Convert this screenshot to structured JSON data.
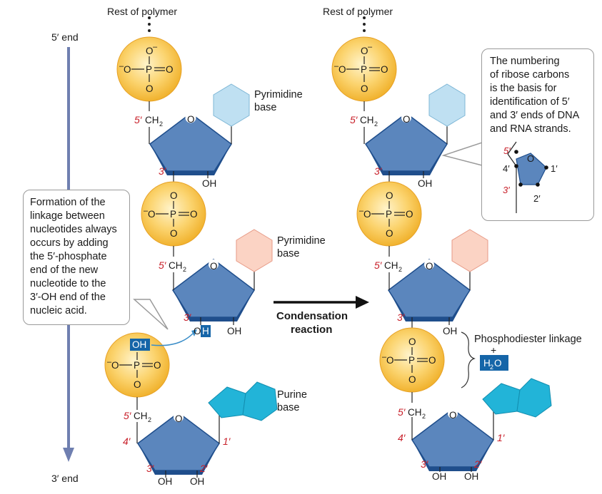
{
  "labels": {
    "rest_of_polymer_left": "Rest of polymer",
    "rest_of_polymer_right": "Rest of polymer",
    "five_prime_end": "5′ end",
    "three_prime_end": "3′ end",
    "pyrimidine_base_1": "Pyrimidine",
    "pyrimidine_base_1b": "base",
    "pyrimidine_base_2": "Pyrimidine",
    "pyrimidine_base_2b": "base",
    "purine_base": "Purine",
    "purine_base_b": "base",
    "condensation_1": "Condensation",
    "condensation_2": "reaction",
    "phosphodiester": "Phosphodiester linkage",
    "plus": "+"
  },
  "chem": {
    "o_minus": "O",
    "minus_sign": "–",
    "phosphorus": "P",
    "oxygen": "O",
    "ch2": "CH",
    "sub2": "2",
    "oh": "OH",
    "h": "H",
    "water": "H",
    "water_o": "O",
    "five_prime": "5′",
    "four_prime": "4′",
    "three_prime": "3′",
    "two_prime": "2′",
    "one_prime": "1′"
  },
  "callout_left": {
    "lines": [
      "Formation of the",
      "linkage between",
      "nucleotides always",
      "occurs by adding",
      "the 5′-phosphate",
      "end of the new",
      "nucleotide to the",
      "3′-OH end of the",
      "nucleic acid."
    ]
  },
  "callout_right": {
    "lines": [
      "The numbering",
      "of ribose carbons",
      "is the basis for",
      "identification of 5′",
      "and 3′ ends of DNA",
      "and RNA strands."
    ]
  },
  "colors": {
    "phosphate_fill": "#f7c24a",
    "sugar_fill": "#5b86bd",
    "sugar_dark": "#1f4e8c",
    "pyrimidine_blue": "#bfe0f2",
    "pyrimidine_pink": "#fbd3c4",
    "purine_cyan": "#22b4d8",
    "red_label": "#c8202a",
    "arrow_gray": "#6f7fb0"
  }
}
